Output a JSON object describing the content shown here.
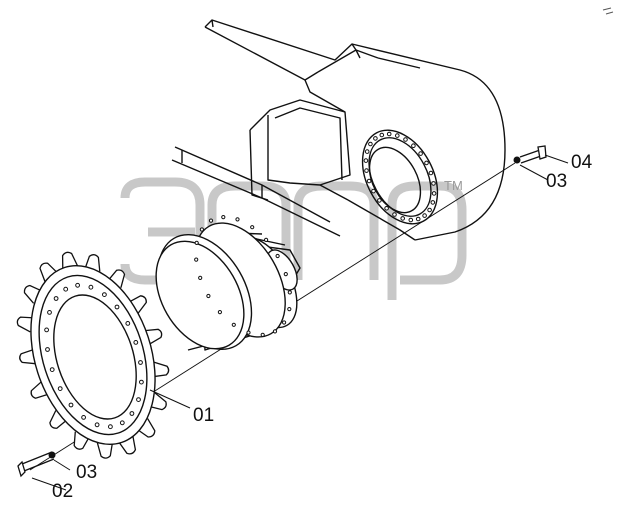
{
  "callouts": {
    "c01": "01",
    "c02": "02",
    "c03_top": "03",
    "c03_bottom": "03",
    "c04": "04"
  },
  "watermark": {
    "trademark": "TM"
  },
  "colors": {
    "line": "#111111",
    "watermark": "#c8c8c8"
  }
}
